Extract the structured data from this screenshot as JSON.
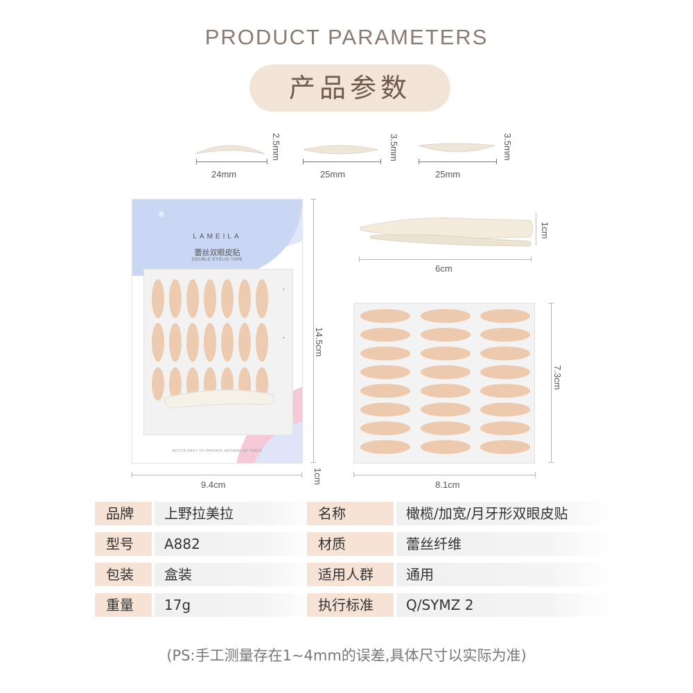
{
  "header": {
    "title_en": "PRODUCT PARAMETERS",
    "title_cn": "产品参数"
  },
  "dimensions": {
    "strip1_width": "24mm",
    "strip1_height": "2.5mm",
    "strip2_width": "25mm",
    "strip2_height": "3.5mm",
    "strip3_width": "25mm",
    "strip3_height": "3.5mm",
    "pkg_width": "9.4cm",
    "pkg_height": "14.5cm",
    "pkg_depth": "1cm",
    "tweezer_width": "6cm",
    "tweezer_height": "1cm",
    "sheet_width": "8.1cm",
    "sheet_height": "7.3cm"
  },
  "package": {
    "brand": "LAMEILA",
    "name_cn": "蕾丝双眼皮贴",
    "name_en": "DOUBLE EYELID TAPE",
    "footer": "NOTICE EASY TO OPERATE NATURAL NO-TRACE"
  },
  "specs": {
    "left": [
      {
        "key": "品牌",
        "value": "上野拉美拉"
      },
      {
        "key": "型号",
        "value": "A882"
      },
      {
        "key": "包装",
        "value": "盒装"
      },
      {
        "key": "重量",
        "value": "17g"
      }
    ],
    "right": [
      {
        "key": "名称",
        "value": "橄榄/加宽/月牙形双眼皮贴"
      },
      {
        "key": "材质",
        "value": "蕾丝纤维"
      },
      {
        "key": "适用人群",
        "value": "通用"
      },
      {
        "key": "执行标准",
        "value": "Q/SYMZ 2"
      }
    ]
  },
  "note": "(PS:手工测量存在1~4mm的误差,具体尺寸以实际为准)",
  "colors": {
    "pill": "#f3e4d8",
    "key_bg": "#f6e3d6",
    "strip": "#edc9ad",
    "pkg_blue": "#c9d7f4",
    "pkg_pink": "#f6c9d6"
  }
}
